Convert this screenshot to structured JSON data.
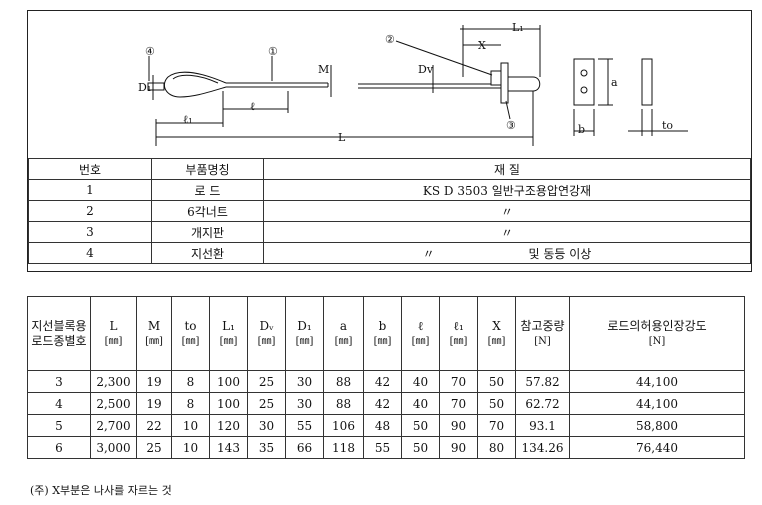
{
  "drawing": {
    "callouts": [
      "①",
      "②",
      "③",
      "④"
    ],
    "dims": {
      "L": "L",
      "L1": "L₁",
      "X": "X",
      "M": "M",
      "Dv": "Dv",
      "D1": "D₁",
      "l": "ℓ",
      "l1": "ℓ₁",
      "a": "a",
      "b": "b",
      "to": "to"
    }
  },
  "parts_table": {
    "headers": {
      "no": "번호",
      "name": "부품명칭",
      "material": "재 질"
    },
    "rows": [
      {
        "no": "1",
        "name": "로 드",
        "material": "KS D 3503 일반구조용압연강재"
      },
      {
        "no": "2",
        "name": "6각너트",
        "material": "〃"
      },
      {
        "no": "3",
        "name": "개지판",
        "material": "〃"
      },
      {
        "no": "4",
        "name": "지선환",
        "material": "〃",
        "extra": "및 동등 이상"
      }
    ]
  },
  "spec_table": {
    "headers": [
      {
        "label": "지선블록용로드종별호",
        "unit": ""
      },
      {
        "label": "L",
        "unit": "[㎜]"
      },
      {
        "label": "M",
        "unit": "[㎜]"
      },
      {
        "label": "to",
        "unit": "[㎜]"
      },
      {
        "label": "L₁",
        "unit": "[㎜]"
      },
      {
        "label": "Dᵥ",
        "unit": "[㎜]"
      },
      {
        "label": "D₁",
        "unit": "[㎜]"
      },
      {
        "label": "a",
        "unit": "[㎜]"
      },
      {
        "label": "b",
        "unit": "[㎜]"
      },
      {
        "label": "ℓ",
        "unit": "[㎜]"
      },
      {
        "label": "ℓ₁",
        "unit": "[㎜]"
      },
      {
        "label": "X",
        "unit": "[㎜]"
      },
      {
        "label": "참고중량",
        "unit": "[N]"
      },
      {
        "label": "로드의허용인장강도",
        "unit": "[N]"
      }
    ],
    "rows": [
      [
        "3",
        "2,300",
        "19",
        "8",
        "100",
        "25",
        "30",
        "88",
        "42",
        "40",
        "70",
        "50",
        "57.82",
        "44,100"
      ],
      [
        "4",
        "2,500",
        "19",
        "8",
        "100",
        "25",
        "30",
        "88",
        "42",
        "40",
        "70",
        "50",
        "62.72",
        "44,100"
      ],
      [
        "5",
        "2,700",
        "22",
        "10",
        "120",
        "30",
        "55",
        "106",
        "48",
        "50",
        "90",
        "70",
        "93.1",
        "58,800"
      ],
      [
        "6",
        "3,000",
        "25",
        "10",
        "143",
        "35",
        "66",
        "118",
        "55",
        "50",
        "90",
        "80",
        "134.26",
        "76,440"
      ]
    ]
  },
  "note": "(주) X부분은 나사를 자르는 것"
}
